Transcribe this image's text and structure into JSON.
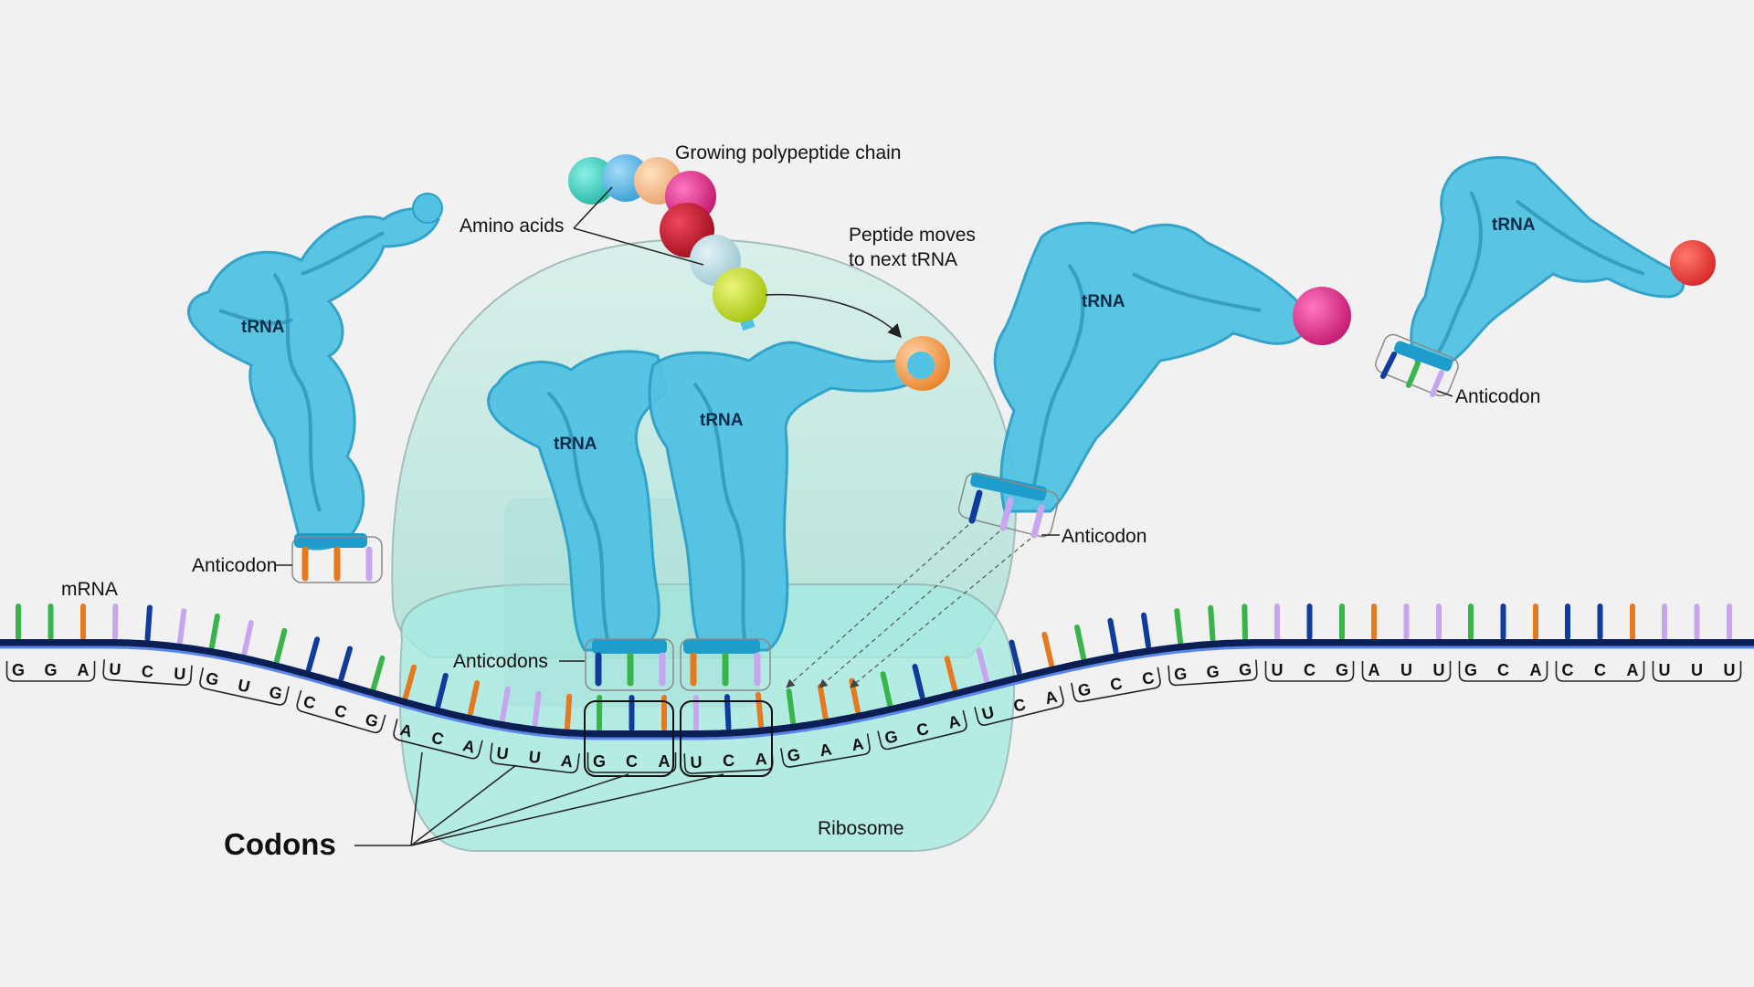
{
  "labels": {
    "growing_chain": "Growing polypeptide chain",
    "amino_acids": "Amino acids",
    "peptide_moves_1": "Peptide moves",
    "peptide_moves_2": "to next tRNA",
    "mrna": "mRNA",
    "anticodon": "Anticodon",
    "anticodons": "Anticodons",
    "codons": "Codons",
    "ribosome": "Ribosome",
    "trna": "tRNA"
  },
  "codons": [
    {
      "letters": "GGA"
    },
    {
      "letters": "UCU"
    },
    {
      "letters": "GUG"
    },
    {
      "letters": "CCG"
    },
    {
      "letters": "ACA"
    },
    {
      "letters": "UUA"
    },
    {
      "letters": "GCA"
    },
    {
      "letters": "UCA"
    },
    {
      "letters": "GAA"
    },
    {
      "letters": "GCA"
    },
    {
      "letters": "UCA"
    },
    {
      "letters": "GCC"
    },
    {
      "letters": "GGG"
    },
    {
      "letters": "UCG"
    },
    {
      "letters": "AUU"
    },
    {
      "letters": "GCA"
    },
    {
      "letters": "CCA"
    },
    {
      "letters": "UUU"
    }
  ],
  "colors": {
    "background": "#f1f1f1",
    "ribosome": "#bfe8e0",
    "ribosome_lower": "#a8ece2",
    "trna": "#4fbfe0",
    "trna_dark": "#2a95bd",
    "mrna_backbone": "#0b1f55",
    "mrna_stripe": "#5a87e6",
    "base_A": "#e5791f",
    "base_U": "#c8a6ef",
    "base_G": "#37b44a",
    "base_C": "#0e3b9c"
  },
  "amino_acid_colors": [
    "#43d6c6",
    "#5ab9ea",
    "#f7bd85",
    "#e8308e",
    "#d21f36",
    "#b9dde4",
    "#c9e02d",
    "#f39a4f",
    "#e8308e",
    "#e0333c"
  ]
}
